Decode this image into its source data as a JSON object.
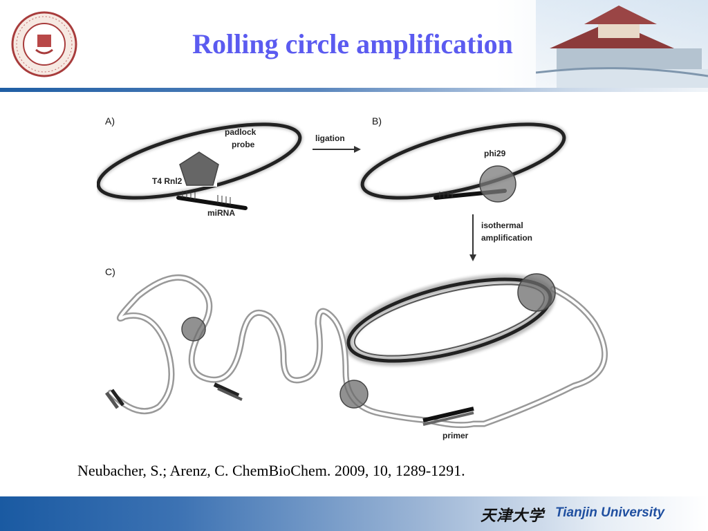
{
  "header": {
    "title": "Rolling circle amplification",
    "logo_alt_text": "Tianjin University seal"
  },
  "figure": {
    "panel_labels": [
      "A)",
      "B)",
      "C)"
    ],
    "labels": {
      "padlock_probe_line1": "padlock",
      "padlock_probe_line2": "probe",
      "t4_rnl2": "T4 Rnl2",
      "mirna": "miRNA",
      "ligation": "ligation",
      "phi29": "phi29",
      "isothermal_line1": "isothermal",
      "isothermal_line2": "amplification",
      "primer": "primer"
    }
  },
  "citation": "Neubacher, S.; Arenz, C. ChemBioChem. 2009, 10, 1289-1291.",
  "footer": {
    "university_chinese": "天津大学",
    "university_english": "Tianjin University"
  },
  "colors": {
    "title": "#5b5bf0",
    "accent_blue": "#1f5ea4",
    "footer_text": "#1f4fa0"
  }
}
